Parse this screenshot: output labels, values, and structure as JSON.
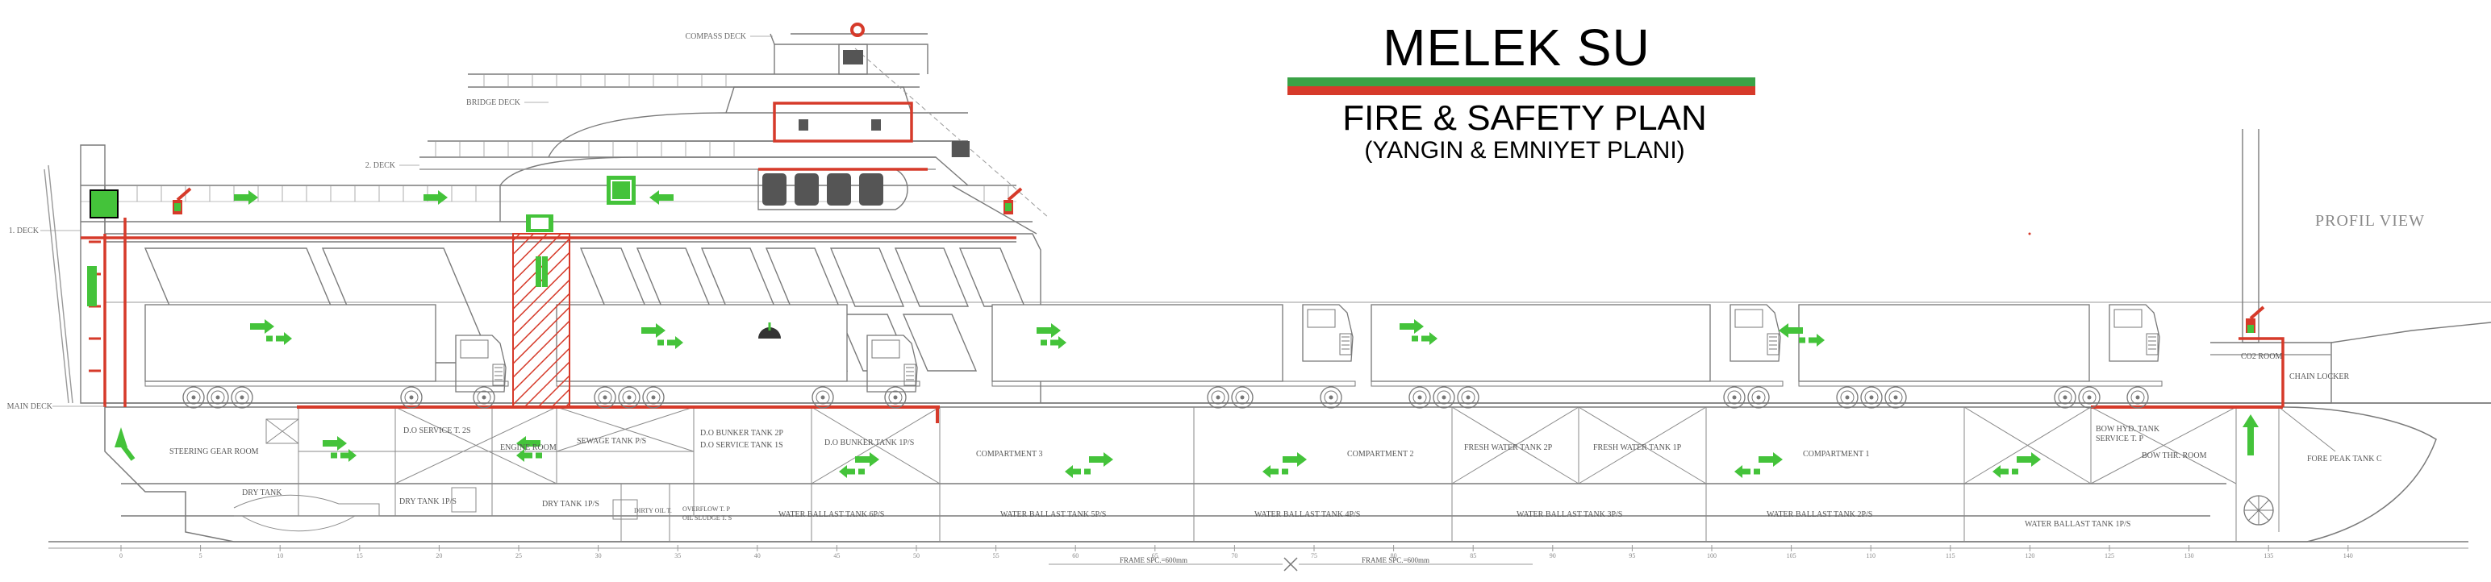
{
  "header": {
    "title": "MELEK SU",
    "subtitle": "FIRE & SAFETY PLAN",
    "subtitle_tr": "(YANGIN & EMNIYET PLANI)"
  },
  "view_label": "PROFIL VIEW",
  "decks": {
    "compass": "COMPASS DECK",
    "bridge": "BRIDGE DECK",
    "second": "2. DECK",
    "first": "1. DECK",
    "main": "MAIN DECK"
  },
  "rooms": {
    "steering": "STEERING GEAR ROOM",
    "do_service_ps": "D.O SERVICE T. 2S",
    "engine": "ENGINE ROOM",
    "sewage": "SEWAGE TANK P/S",
    "do_bunker_2p": "D.O BUNKER TANK 2P",
    "do_service_1s": "D.O SERVICE TANK 1S",
    "do_bunker_1ps": "D.O BUNKER TANK 1P/S",
    "comp3": "COMPARTMENT 3",
    "comp2": "COMPARTMENT 2",
    "fw2p": "FRESH WATER TANK 2P",
    "fw1p": "FRESH WATER TANK 1P",
    "comp1": "COMPARTMENT 1",
    "bow_hyd": "BOW HYD. TANK",
    "bow_svc": "SERVICE T. P",
    "bow_thr": "BOW THR. ROOM",
    "fore_peak": "FORE PEAK TANK C",
    "co2": "CO2 ROOM",
    "chain": "CHAIN LOCKER",
    "dry_tank": "DRY TANK",
    "dry_tank_ps1": "DRY TANK 1P/S",
    "dry_tank_ps2": "DRY TANK 1P/S",
    "overflow_a": "DIRTY OIL T.",
    "overflow_b": "OVERFLOW T. P",
    "sludge": "OIL SLUDGE T. S",
    "wb1": "WATER BALLAST TANK 6P/S",
    "wb2": "WATER BALLAST TANK 5P/S",
    "wb3": "WATER BALLAST TANK 4P/S",
    "wb4": "WATER BALLAST TANK 3P/S",
    "wb5": "WATER BALLAST TANK 2P/S",
    "wb6": "WATER BALLAST TANK 1P/S"
  },
  "frame_spacing": {
    "aft": "FRAME SPC.=600mm",
    "fwd": "FRAME SPC.=600mm"
  },
  "frame_numbers": [
    "0",
    "5",
    "10",
    "15",
    "20",
    "25",
    "30",
    "35",
    "40",
    "45",
    "50",
    "55",
    "60",
    "65",
    "70",
    "75",
    "80",
    "85",
    "90",
    "95",
    "100",
    "105",
    "110",
    "115",
    "120",
    "125",
    "130",
    "135",
    "140"
  ],
  "colors": {
    "outline": "#777777",
    "fire_red": "#d63a2a",
    "escape_green": "#44c33a",
    "band_green": "#3aa246"
  }
}
